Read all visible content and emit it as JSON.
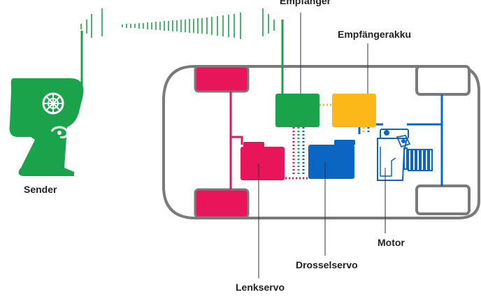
{
  "labels": {
    "receiver": "Empfänger",
    "receiver_battery": "Empfängerakku",
    "transmitter": "Sender",
    "steering_servo": "Lenkservo",
    "throttle_servo": "Drosselservo",
    "motor": "Motor"
  },
  "colors": {
    "green": "#1aa34a",
    "red": "#e8155a",
    "yellow": "#fbb818",
    "blue": "#0a66c2",
    "chassis": "#7a7a7a",
    "wheel_red": "#e8155a",
    "wheel_white": "#ffffff"
  },
  "icons": {
    "transmitter": "rc-transmitter-icon",
    "motor": "electric-motor-icon",
    "signal": "radio-signal-icon"
  }
}
